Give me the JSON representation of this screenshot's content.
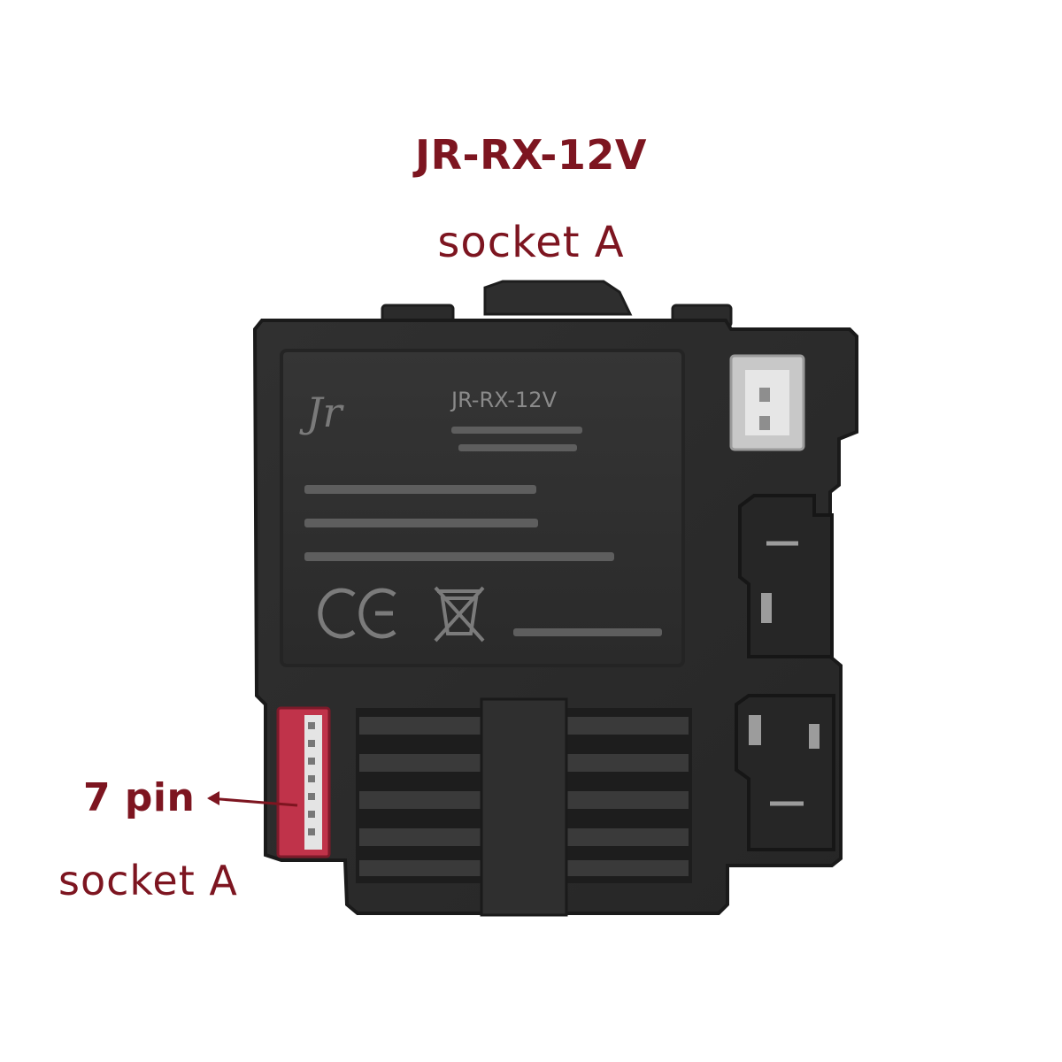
{
  "title": {
    "model": "JR-RX-12V",
    "socket": "socket A"
  },
  "pin_callout": {
    "line1": "7 pin",
    "line2": "socket A"
  },
  "label_plate": {
    "brand": "Jr",
    "model": "JR-RX-12V"
  },
  "colors": {
    "caption": "#7d1520",
    "housing": "#2c2c2c",
    "connector": "#c0334a"
  },
  "icons": [
    "ce-mark-icon",
    "weee-bin-icon",
    "arrow-left-icon"
  ]
}
